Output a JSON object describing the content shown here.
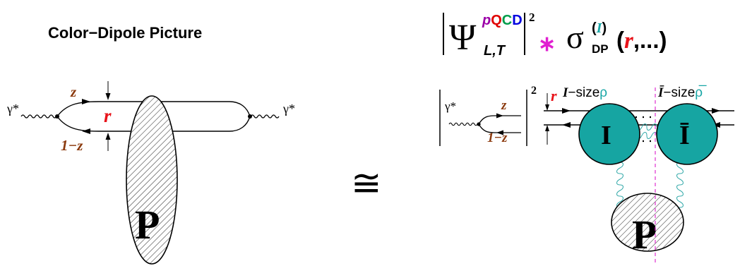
{
  "title": "Color−Dipole Picture",
  "colors": {
    "ink": "#000000",
    "z_label": "#8B3A0E",
    "r_label": "#E8131A",
    "instanton_fill": "#16A5A2",
    "instanton_size_label": "#18A6A6",
    "gluon": "#30A8A8",
    "cut_line": "#E030D0",
    "superscript_p": "#9B00A8",
    "superscript_Q": "#E00000",
    "superscript_C": "#009C4A",
    "superscript_D": "#0000E0",
    "asterisk": "#E020D0",
    "sigma_superscript": "#18A6A6"
  },
  "left_diagram": {
    "photon_in": "γ*",
    "photon_out": "γ*",
    "z": "z",
    "one_minus_z": "1−z",
    "r": "r",
    "pomeron": "P"
  },
  "approx_symbol": "≅",
  "formula": {
    "psi": "Ψ",
    "superscript": [
      "p",
      "Q",
      "C",
      "D"
    ],
    "subscript": "L,T",
    "exponent": "2",
    "asterisk": "∗",
    "sigma": "σ",
    "sigma_sup_open": "(",
    "sigma_sup_var": "I",
    "sigma_sup_close": ")",
    "sigma_sub": "DP",
    "arg_open": "(",
    "arg_r": "r",
    "arg_rest": ",...)"
  },
  "right_diagram": {
    "photon": "γ*",
    "z": "z",
    "one_minus_z": "1−z",
    "exponent": "2",
    "r": "r",
    "instanton_size_var": "I",
    "instanton_size_text": "−size",
    "rho": "ρ",
    "anti_instanton_size_var": "Ī",
    "anti_instanton_size_text": "−size",
    "rho_bar": "ρ̅",
    "instanton": "I",
    "anti_instanton": "Ī",
    "pomeron": "P"
  }
}
